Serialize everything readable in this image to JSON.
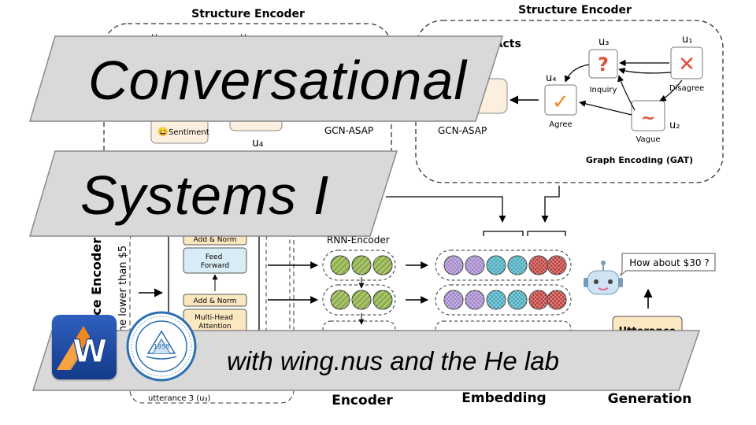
{
  "titles": {
    "line1": "Conversational",
    "line2": "Systems I",
    "line3": "with wing.nus and the He lab"
  },
  "diagram": {
    "structure_encoder_left": "Structure Encoder",
    "structure_encoder_right": "Structure Encoder",
    "dialogue_acts": "Dialogue Acts",
    "gcn_asap_left": "GCN-ASAP",
    "gcn_asap_right": "GCN-ASAP",
    "u1_left": "u₁",
    "u3_left": "u₃",
    "u4_left": "u₄",
    "sentiment": "Sentiment",
    "u3": "u₃",
    "u1": "u₁",
    "u4": "u₄",
    "u2": "u₂",
    "inquiry": "Inquiry",
    "disagree": "Disagree",
    "agree": "Agree",
    "vague": "Vague",
    "graph_encoding": "Graph Encoding (GAT)",
    "utterance_encoder": "Utterance Encoder",
    "vertical_text": "lt the lower than $5",
    "add_norm_top": "Add & Norm",
    "feed_forward": "Feed\nForward",
    "add_norm_bottom": "Add & Norm",
    "multi_head": "Multi-Head\nAttention",
    "rnn_encoder": "RNN-Encoder",
    "speech_bubble": "How about $30 ?",
    "utterance_box": "Utterance",
    "utterance3_label": "utterance 3 (u₃)",
    "col_encoder": "Encoder",
    "col_embedding": "Embedding",
    "col_generation": "Generation"
  },
  "logos": {
    "wing_letter": "W",
    "uni_year": "1958"
  },
  "colors": {
    "banner_fill": "#d9d9d9",
    "banner_stroke": "#8a8a8a",
    "green_circle": "#8fb04a",
    "purple_circle": "#9c7fc9",
    "teal_circle": "#3aa6b9",
    "red_circle": "#b8322e",
    "wing_blue": "#1f4fb0",
    "wing_orange": "#f08a1c"
  }
}
